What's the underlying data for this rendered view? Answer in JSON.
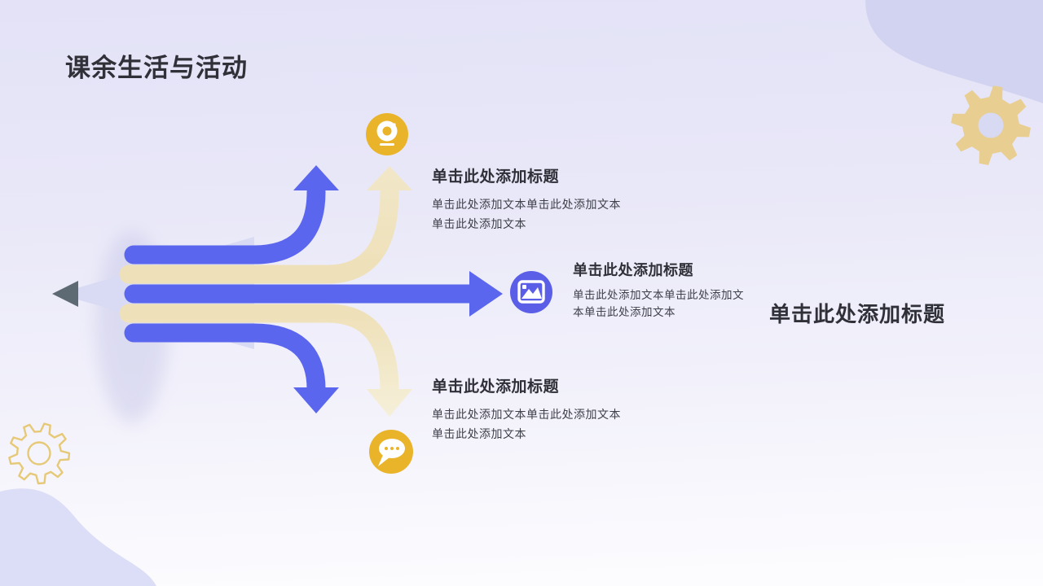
{
  "slide": {
    "title": "课余生活与活动",
    "side_title": "单击此处添加标题",
    "blocks": [
      {
        "title": "单击此处添加标题",
        "body": "单击此处添加文本单击此处添加文本单击此处添加文本",
        "icon": "webcam-icon"
      },
      {
        "title": "单击此处添加标题",
        "body": "单击此处添加文本单击此处添加文本单击此处添加文本",
        "icon": "picture-icon"
      },
      {
        "title": "单击此处添加标题",
        "body": "单击此处添加文本单击此处添加文本单击此处添加文本",
        "icon": "chat-bubble-icon"
      }
    ],
    "colors": {
      "arrow_blue": "#5b66ee",
      "arrow_cream": "#eee0b8",
      "icon_yellow": "#e9b42a",
      "icon_indigo": "#5b5fe8",
      "gear_solid": "#e8cd8c",
      "gear_outline": "#e6c977",
      "pencil_body": "#d9daf3",
      "pencil_tip": "#5d6a73",
      "blob_top_right": "#d2d3f0",
      "blob_bottom_left": "#dcddf6",
      "title_text": "#2f3038",
      "body_text": "#3d3f49"
    }
  }
}
